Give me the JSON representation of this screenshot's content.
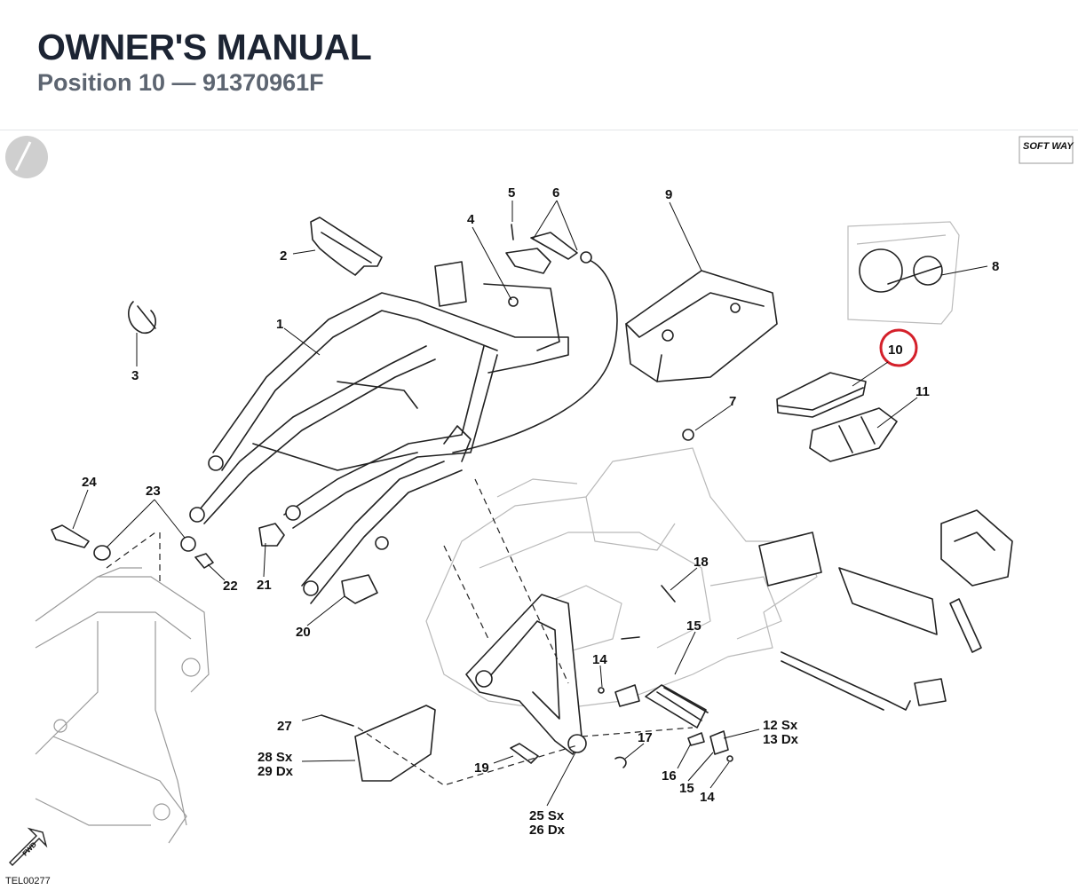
{
  "header": {
    "title": "OWNER'S MANUAL",
    "subtitle": "Position 10 — 91370961F"
  },
  "diagram": {
    "brand_mark": "SOFT WAY",
    "drawing_code": "TEL00277",
    "fwd_label": "FWD",
    "highlight_color": "#d4202a",
    "highlighted_position": "10",
    "callouts": {
      "c1": "1",
      "c2": "2",
      "c3": "3",
      "c4": "4",
      "c5": "5",
      "c6": "6",
      "c7": "7",
      "c8": "8",
      "c9": "9",
      "c10": "10",
      "c11": "11",
      "c12": "12 Sx",
      "c13": "13 Dx",
      "c14a": "14",
      "c14b": "14",
      "c15a": "15",
      "c15b": "15",
      "c16": "16",
      "c17": "17",
      "c18": "18",
      "c19": "19",
      "c20": "20",
      "c21": "21",
      "c22": "22",
      "c23": "23",
      "c24": "24",
      "c25": "25 Sx",
      "c26": "26 Dx",
      "c27": "27",
      "c28": "28 Sx",
      "c29": "29 Dx"
    }
  }
}
